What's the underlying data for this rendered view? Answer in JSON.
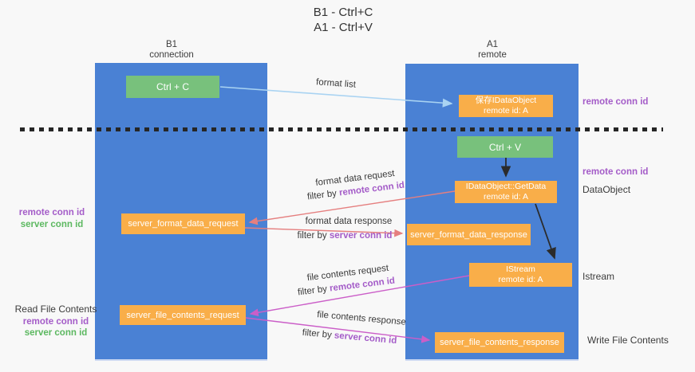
{
  "title": {
    "line1": "B1 - Ctrl+C",
    "line2": "A1 - Ctrl+V"
  },
  "lanes": {
    "left": {
      "name": "B1",
      "subtitle": "connection"
    },
    "right": {
      "name": "A1",
      "subtitle": "remote"
    }
  },
  "nodes": {
    "ctrl_c": {
      "label": "Ctrl + C"
    },
    "save_idataobject": {
      "line1": "保存IDataObject",
      "line2": "remote id: A"
    },
    "ctrl_v": {
      "label": "Ctrl + V"
    },
    "getdata": {
      "line1": "IDataObject::GetData",
      "line2": "remote id: A"
    },
    "istream": {
      "line1": "IStream",
      "line2": "remote id: A"
    },
    "format_request": {
      "label": "server_format_data_request"
    },
    "format_response": {
      "label": "server_format_data_response"
    },
    "file_request": {
      "label": "server_file_contents_request"
    },
    "file_response": {
      "label": "server_file_contents_response"
    }
  },
  "arrow_labels": {
    "format_list": "format list",
    "format_data_request": "format data request",
    "format_data_response": "format data response",
    "file_contents_request": "file contents request",
    "file_contents_response": "file contents response",
    "filter_by": "filter by",
    "remote_conn_id": "remote conn id",
    "server_conn_id": "server conn id"
  },
  "side_labels": {
    "right_remote_conn_top": "remote conn id",
    "right_remote_conn_mid": "remote conn id",
    "dataobject": "DataObject",
    "istream": "Istream",
    "write_file_contents": "Write File Contents",
    "left_remote_conn_1": "remote conn id",
    "left_server_conn_1": "server conn id",
    "read_file_contents": "Read File Contents",
    "left_remote_conn_2": "remote conn id",
    "left_server_conn_2": "server conn id"
  },
  "colors": {
    "lane_blue": "#4a81d4",
    "green_box": "#78c17c",
    "orange_box": "#f9ae49",
    "purple_text": "#a45cc8",
    "green_text": "#5cb860",
    "salmon_arrow": "#e57f7f",
    "magenta_arrow": "#cb5ec8",
    "light_blue_arrow": "#a9d3f2"
  }
}
